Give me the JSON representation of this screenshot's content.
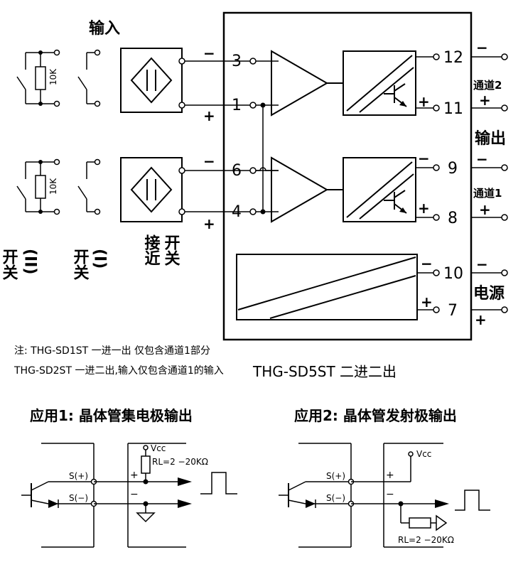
{
  "labels": {
    "input": "输入",
    "output": "输出",
    "power": "电源",
    "channel2": "通道2",
    "channel1": "通道1",
    "resistor": "10K",
    "switch_ii": "开关",
    "switch_ii_sub": "(II)",
    "switch_i": "开关",
    "switch_i_sub": "(I)",
    "proximity_1": "接近",
    "proximity_2": "开关",
    "minus": "−",
    "plus": "+"
  },
  "pins": {
    "p3": "3",
    "p1": "1",
    "p6": "6",
    "p4": "4",
    "p12": "12",
    "p11": "11",
    "p9": "9",
    "p8": "8",
    "p10": "10",
    "p7": "7"
  },
  "notes": {
    "line1": "注: THG-SD1ST 一进一出 仅包含通道1部分",
    "line2": "THG-SD2ST 一进二出,输入仅包含通道1的输入"
  },
  "model": "THG-SD5ST  二进二出",
  "app1": {
    "title": "应用1: 晶体管集电极输出",
    "vcc": "Vcc",
    "rl": "RL=2 −20KΩ",
    "s_plus": "S(+)",
    "s_minus": "S(−)"
  },
  "app2": {
    "title": "应用2: 晶体管发射极输出",
    "vcc": "Vcc",
    "rl": "RL=2 −20KΩ",
    "s_plus": "S(+)",
    "s_minus": "S(−)"
  }
}
